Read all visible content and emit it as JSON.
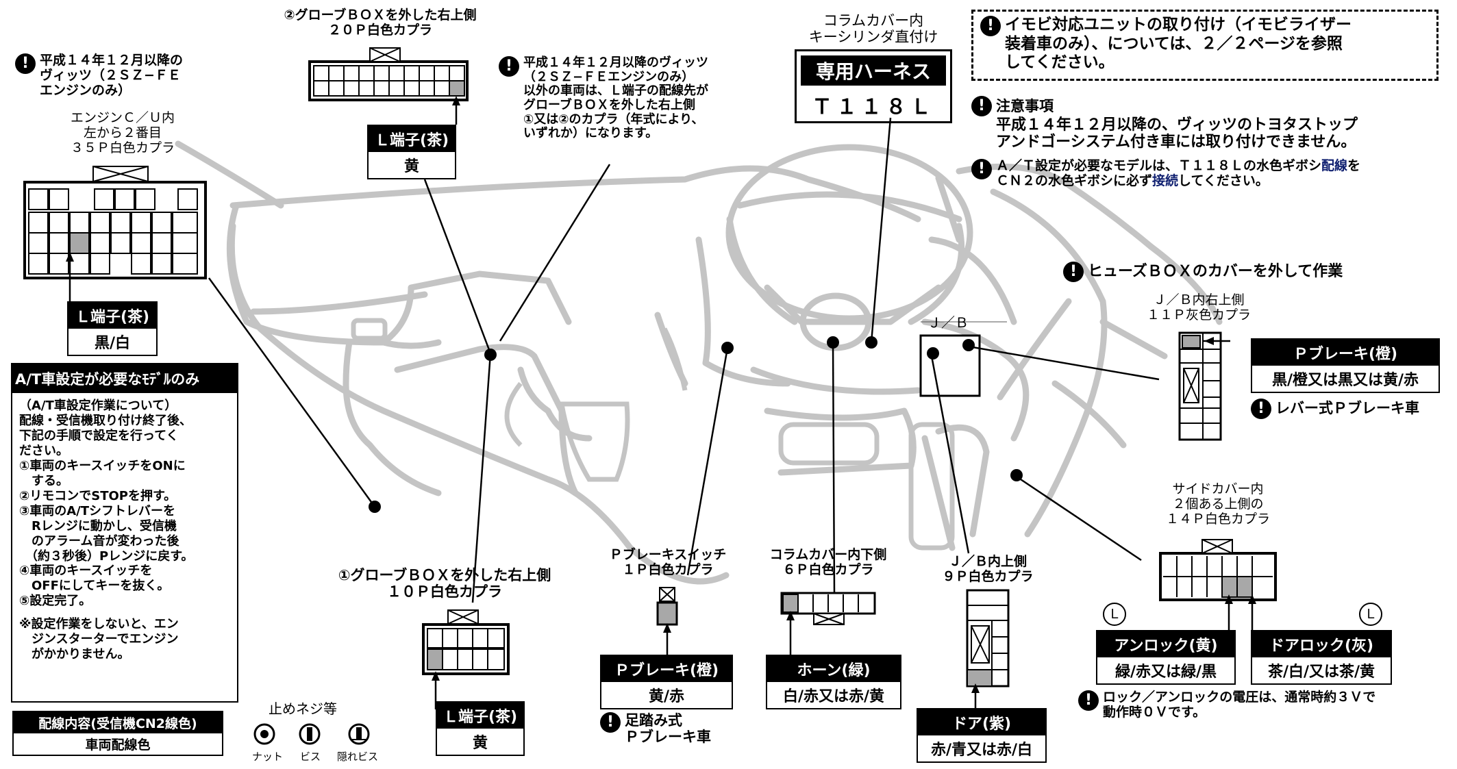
{
  "warnings": {
    "vitz_2szfe": "平成１４年１２月以降の\nヴィッツ（２ＳＺ−ＦＥ\nエンジンのみ）",
    "other_cars": "平成１４年１２月以降のヴィッツ\n（２ＳＺ−ＦＥエンジンのみ）\n以外の車両は、Ｌ端子の配線先が\nグローブＢＯＸを外した右上側\n①又は②のカプラ（年式により、\nいずれか）になります。",
    "immobi": "イモビ対応ユニットの取り付け（イモビライザー\n装着車のみ）、については、２／２ページを参照\nしてください。",
    "notice_title": "注意事項",
    "notice_body": "平成１４年１２月以降の、ヴィッツのトヨタストップ\nアンドゴーシステム付き車には取り付けできません。",
    "at_setting_prefix": "Ａ／Ｔ設定が必要なモデルは、Ｔ１１８Ｌの水色ギボシ",
    "at_setting_mid1": "配線",
    "at_setting_mid2": "を\nＣＮ２の水色ギボシに必ず",
    "at_setting_mid3": "接続",
    "at_setting_suffix": "してください。",
    "fuse_box": "ヒューズＢＯＸのカバーを外して作業",
    "lever_brake": "レバー式Ｐブレーキ車",
    "foot_brake": "足踏み式\nＰブレーキ車",
    "lock_voltage": "ロック／アンロックの電圧は、通常時約３Ｖで\n動作時０Ｖです。"
  },
  "connectors": {
    "engine_cu": "エンジンＣ／Ｕ内\n左から２番目\n３５Ｐ白色カプラ",
    "glove2": "②グローブＢＯＸを外した右上側\n２０Ｐ白色カプラ",
    "glove1": "①グローブＢＯＸを外した右上側\n１０Ｐ白色カプラ",
    "column_cover": "コラムカバー内\nキーシリンダ直付け",
    "jb_upper_right": "Ｊ／Ｂ内右上側\n１１Ｐ灰色カプラ",
    "jb_label": "Ｊ／Ｂ",
    "side_cover": "サイドカバー内\n２個ある上側の\n１４Ｐ白色カプラ",
    "p_brake_switch": "Ｐブレーキスイッチ\n１Ｐ白色カプラ",
    "column_lower": "コラムカバー内下側\n６Ｐ白色カプラ",
    "jb_upper": "Ｊ／Ｂ内上側\n９Ｐ白色カプラ"
  },
  "harness": {
    "title": "専用ハーネス",
    "code": "Ｔ１１８Ｌ"
  },
  "wires": {
    "l_term_35p": {
      "name": "Ｌ端子(茶)",
      "color": "黒/白"
    },
    "l_term_20p": {
      "name": "Ｌ端子(茶)",
      "color": "黄"
    },
    "l_term_10p": {
      "name": "Ｌ端子(茶)",
      "color": "黄"
    },
    "p_brake_lever": {
      "name": "Ｐブレーキ(橙)",
      "color": "黒/橙又は黒又は黄/赤"
    },
    "p_brake_foot": {
      "name": "Ｐブレーキ(橙)",
      "color": "黄/赤"
    },
    "horn": {
      "name": "ホーン(緑)",
      "color": "白/赤又は赤/黄"
    },
    "door": {
      "name": "ドア(紫)",
      "color": "赤/青又は赤/白"
    },
    "unlock": {
      "name": "アンロック(黄)",
      "color": "緑/赤又は緑/黒"
    },
    "door_lock": {
      "name": "ドアロック(灰)",
      "color": "茶/白/又は茶/黄"
    }
  },
  "at_box": {
    "title": "A/T車設定が必要なﾓﾃﾞﾙのみ",
    "subtitle": "（A/T車設定作業について）",
    "intro": "配線・受信機取り付け終了後、\n下記の手順で設定を行ってく\nださい。",
    "steps": [
      "①車両のキースイッチをONに\n　する。",
      "②リモコンでSTOPを押す。",
      "③車両のA/Tシフトレバーを\n　Rレンジに動かし、受信機\n　のアラーム音が変わった後\n　（約３秒後）Pレンジに戻す。",
      "④車両のキースイッチを\n　OFFにしてキーを抜く。",
      "⑤設定完了。"
    ],
    "note": "※設定作業をしないと、エン\n　ジンスターターでエンジン\n　がかかりません。"
  },
  "legend": {
    "header": "配線内容(受信機CN2線色)",
    "row": "車両配線色"
  },
  "screws": {
    "title": "止めネジ等",
    "nut": "ナット",
    "screw": "ビス",
    "hidden_screw": "隠れビス"
  },
  "lock_mark": "Ｌ",
  "colors": {
    "dash_line": "#c4c4c4",
    "pin_fill": "#a8a8a8",
    "label_head": "#000000",
    "blue_text": "#102070"
  }
}
